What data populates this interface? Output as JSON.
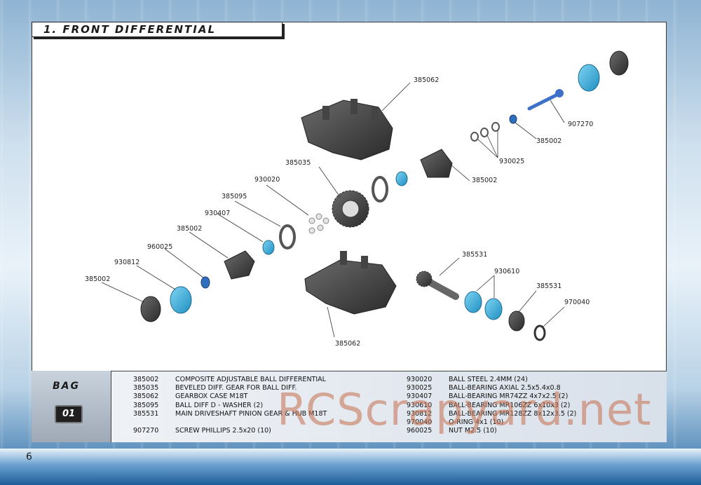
{
  "page": {
    "title": "1. FRONT DIFFERENTIAL",
    "page_number": "6",
    "watermark": "RCScrapyard.net"
  },
  "bag": {
    "label": "BAG",
    "number": "01"
  },
  "diagram_labels": [
    "385062",
    "907270",
    "385002",
    "930025",
    "385002",
    "385035",
    "930020",
    "385095",
    "930407",
    "385002",
    "960025",
    "930812",
    "385002",
    "385531",
    "930610",
    "385531",
    "970040",
    "385062"
  ],
  "parts_left": [
    {
      "code": "385002",
      "desc": "COMPOSITE ADJUSTABLE BALL DIFFERENTIAL"
    },
    {
      "code": "385035",
      "desc": "BEVELED DIFF. GEAR FOR BALL DIFF."
    },
    {
      "code": "385062",
      "desc": "GEARBOX CASE M18T"
    },
    {
      "code": "385095",
      "desc": "BALL DIFF D - WASHER (2)"
    },
    {
      "code": "385531",
      "desc": "MAIN DRIVESHAFT PINION GEAR & HUB M18T"
    },
    {
      "code": "",
      "desc": ""
    },
    {
      "code": "907270",
      "desc": "SCREW PHILLIPS 2.5x20  (10)"
    }
  ],
  "parts_right": [
    {
      "code": "930020",
      "desc": "BALL STEEL 2.4MM  (24)"
    },
    {
      "code": "930025",
      "desc": "BALL-BEARING AXIAL 2.5x5.4x0.8"
    },
    {
      "code": "930407",
      "desc": "BALL-BEARING MR74ZZ 4x7x2.5  (2)"
    },
    {
      "code": "930610",
      "desc": "BALL-BEARING MR106ZZ 6x10x3 (2)"
    },
    {
      "code": "930812",
      "desc": "BALL-BEARING MR128ZZ 8x12x3.5 (2)"
    },
    {
      "code": "970040",
      "desc": "O-RING 4x1 (10)"
    },
    {
      "code": "960025",
      "desc": "NUT M2.5  (10)"
    }
  ]
}
